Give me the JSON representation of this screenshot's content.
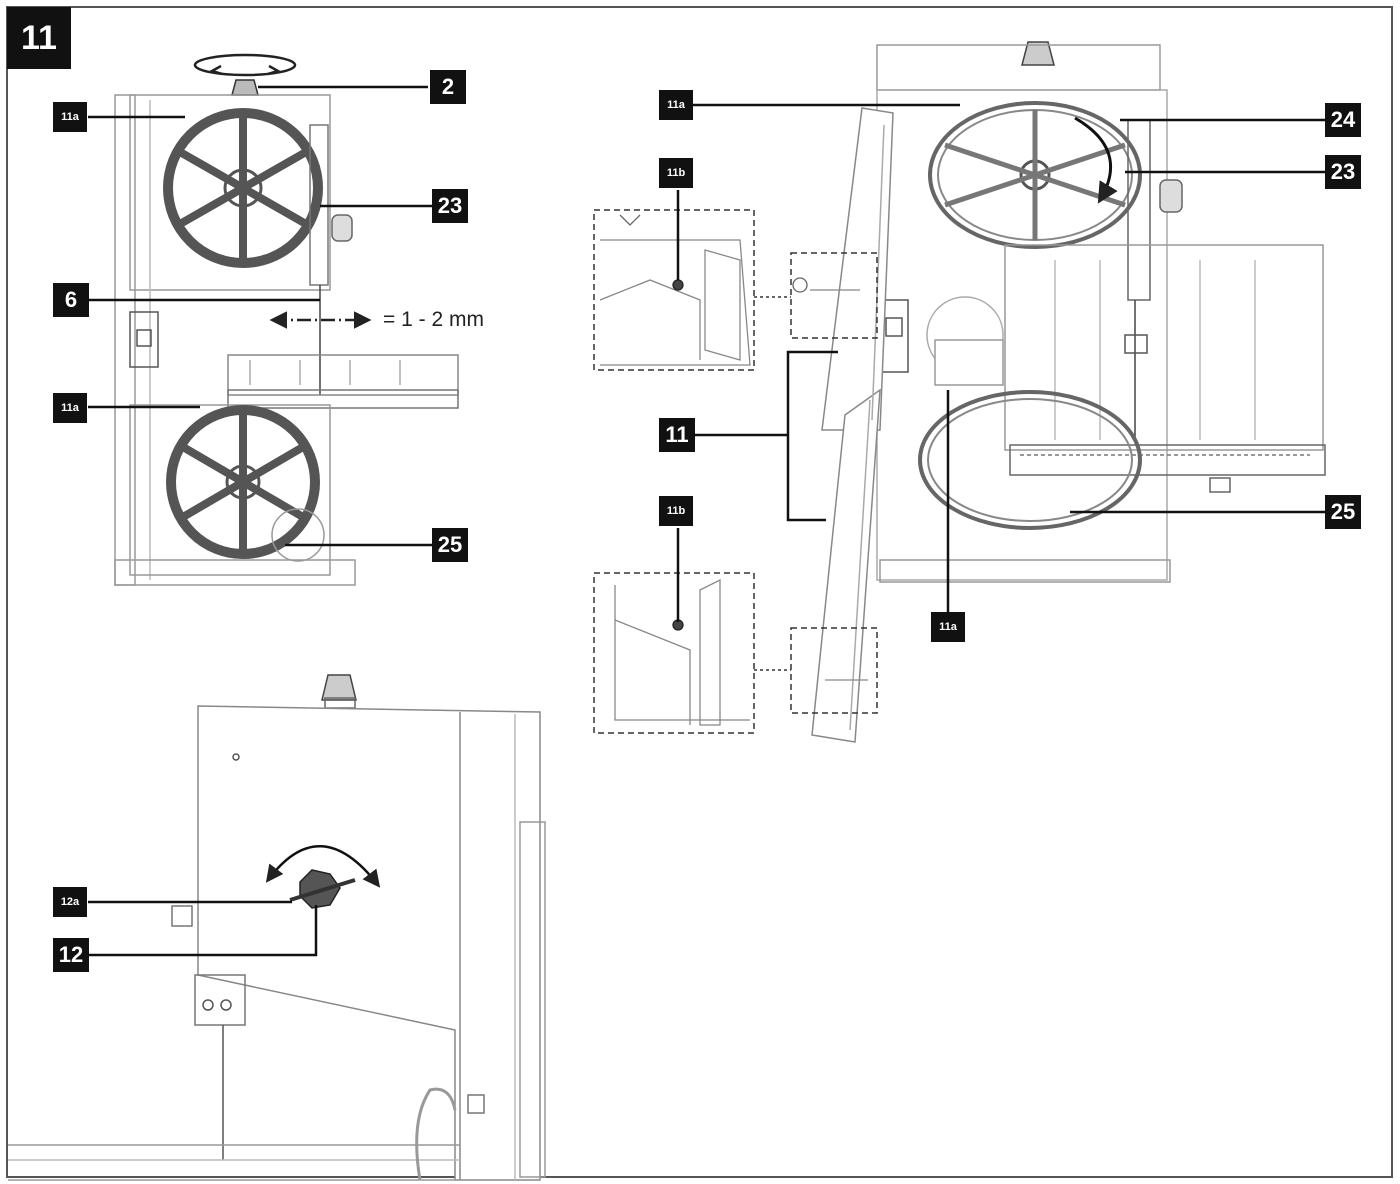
{
  "figure_number": "11",
  "gap_label": "= 1 - 2 mm",
  "callouts": {
    "c2": "2",
    "c11a_top_left": "11a",
    "c23_left": "23",
    "c6": "6",
    "c11a_mid_left": "11a",
    "c25_left": "25",
    "c11a_top_right": "11a",
    "c24": "24",
    "c23_right": "23",
    "c11b_top": "11b",
    "c11": "11",
    "c11b_bottom": "11b",
    "c25_right": "25",
    "c11a_bottom_right": "11a",
    "c12a": "12a",
    "c12": "12"
  },
  "colors": {
    "line": "#333333",
    "light": "#999999",
    "tag_bg": "#111111",
    "tag_fg": "#ffffff"
  }
}
